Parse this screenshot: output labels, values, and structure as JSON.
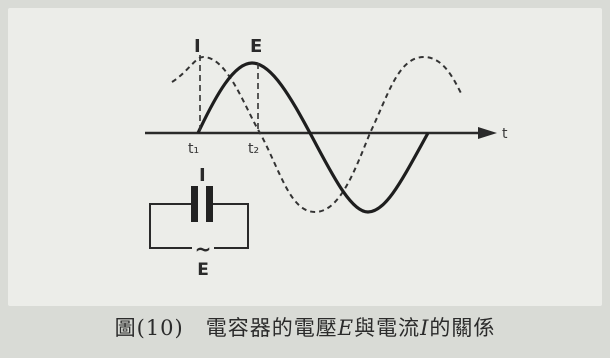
{
  "diagram": {
    "current_symbol": "I",
    "voltage_symbol": "E",
    "time_axis_label": "t",
    "t1_label": "t₁",
    "t2_label": "t₂",
    "capacitor_current_label": "I",
    "source_symbol": "~",
    "source_label": "E"
  },
  "caption": {
    "figure_label": "圖(10)",
    "text_before_E": "電容器的電壓",
    "E": "E",
    "text_middle": "與電流",
    "I": "I",
    "text_after": "的關係"
  }
}
